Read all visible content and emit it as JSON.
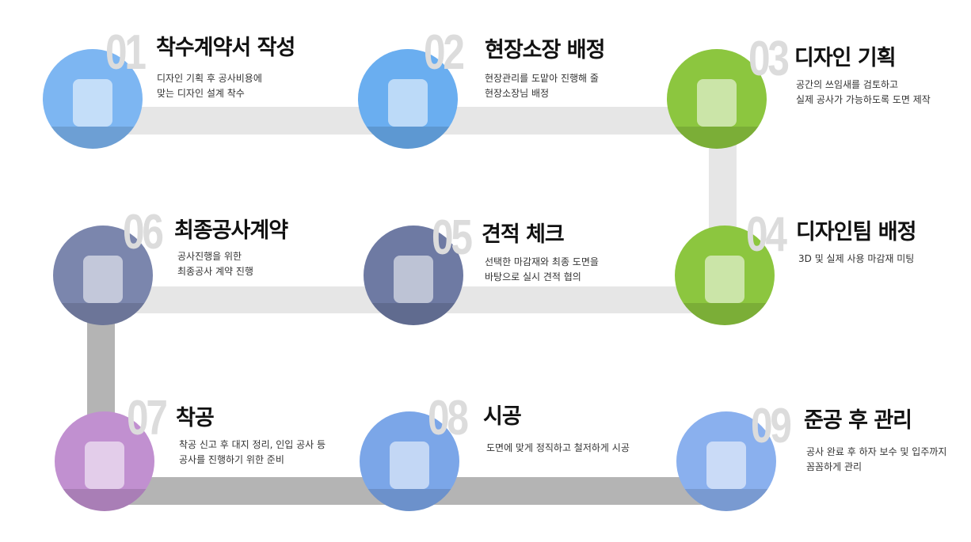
{
  "colors": {
    "connector_light": "#e6e6e6",
    "connector_dark": "#b4b4b4",
    "number": "#dcdcdc"
  },
  "steps": [
    {
      "num": "01",
      "title": "착수계약서 작성",
      "desc": [
        "디자인 기획 후 공사비용에",
        "맞는 디자인 설계 착수"
      ],
      "color": "#7db6f2"
    },
    {
      "num": "02",
      "title": "현장소장 배정",
      "desc": [
        "현장관리를 도맡아 진행해 줄",
        "현장소장님 배정"
      ],
      "color": "#6aaef0"
    },
    {
      "num": "03",
      "title": "디자인 기획",
      "desc": [
        "공간의 쓰임새를 검토하고",
        "실제 공사가 가능하도록 도면 제작"
      ],
      "color": "#8cc63f"
    },
    {
      "num": "04",
      "title": "디자인팀 배정",
      "desc": [
        "3D 및 실제 사용 마감재 미팅"
      ],
      "color": "#8cc63f"
    },
    {
      "num": "05",
      "title": "견적 체크",
      "desc": [
        "선택한 마감재와 최종 도면을",
        "바탕으로 실시 견적 협의"
      ],
      "color": "#6e7aa3"
    },
    {
      "num": "06",
      "title": "최종공사계약",
      "desc": [
        "공사진행을 위한",
        "최종공사 계약 진행"
      ],
      "color": "#7b86ad"
    },
    {
      "num": "07",
      "title": "착공",
      "desc": [
        "착공 신고 후 대지 정리, 인입 공사 등",
        "공사를 진행하기 위한 준비"
      ],
      "color": "#c190d0"
    },
    {
      "num": "08",
      "title": "시공",
      "desc": [
        "도면에 맞게 정직하고 철저하게 시공"
      ],
      "color": "#7ba6e8"
    },
    {
      "num": "09",
      "title": "준공 후 관리",
      "desc": [
        "공사 완료 후 하자 보수 및 입주까지",
        "꼼꼼하게 관리"
      ],
      "color": "#8ab0ee"
    }
  ]
}
